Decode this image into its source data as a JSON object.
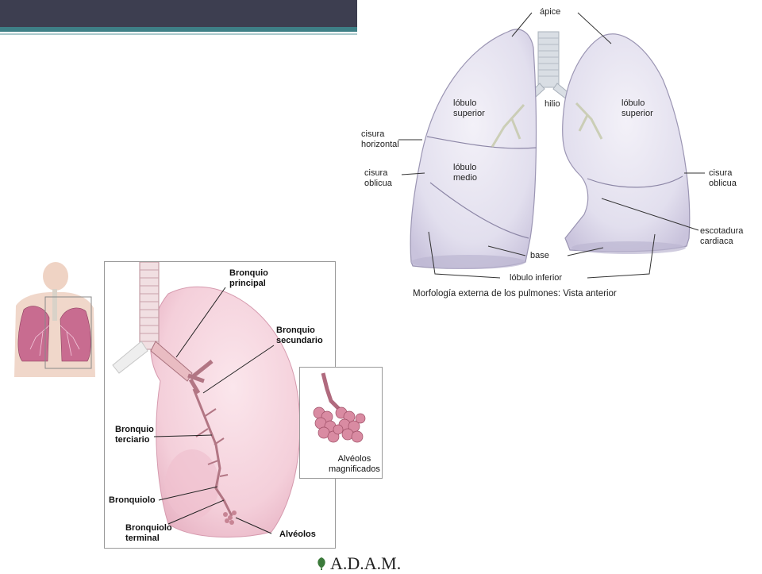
{
  "header": {
    "bar_color": "#3d3e50",
    "accent_color": "#3e7f86"
  },
  "lung_diagram": {
    "labels": {
      "apice": "ápice",
      "hilio": "hilio",
      "lobulo_superior_left": [
        "lóbulo",
        "superior"
      ],
      "lobulo_superior_right": [
        "lóbulo",
        "superior"
      ],
      "lobulo_medio": [
        "lóbulo",
        "medio"
      ],
      "cisura_horizontal": [
        "cisura",
        "horizontal"
      ],
      "cisura_oblicua_left": [
        "cisura",
        "oblicua"
      ],
      "cisura_oblicua_right": [
        "cisura",
        "oblicua"
      ],
      "escotadura_cardiaca": [
        "escotadura",
        "cardiaca"
      ],
      "base": "base",
      "lobulo_inferior": "lóbulo inferior"
    },
    "caption": "Morfología externa de los pulmones: Vista anterior"
  },
  "bronchi_diagram": {
    "labels": {
      "bronquio_principal": [
        "Bronquio",
        "principal"
      ],
      "bronquio_secundario": [
        "Bronquio",
        "secundario"
      ],
      "bronquio_terciario": [
        "Bronquio",
        "terciario"
      ],
      "bronquiolo": "Bronquiolo",
      "bronquiolo_terminal": [
        "Bronquiolo",
        "terminal"
      ],
      "alveolos": "Alvéolos",
      "alveolos_magnificados": [
        "Alvéolos",
        "magnificados"
      ]
    },
    "logo": "A.D.A.M."
  }
}
